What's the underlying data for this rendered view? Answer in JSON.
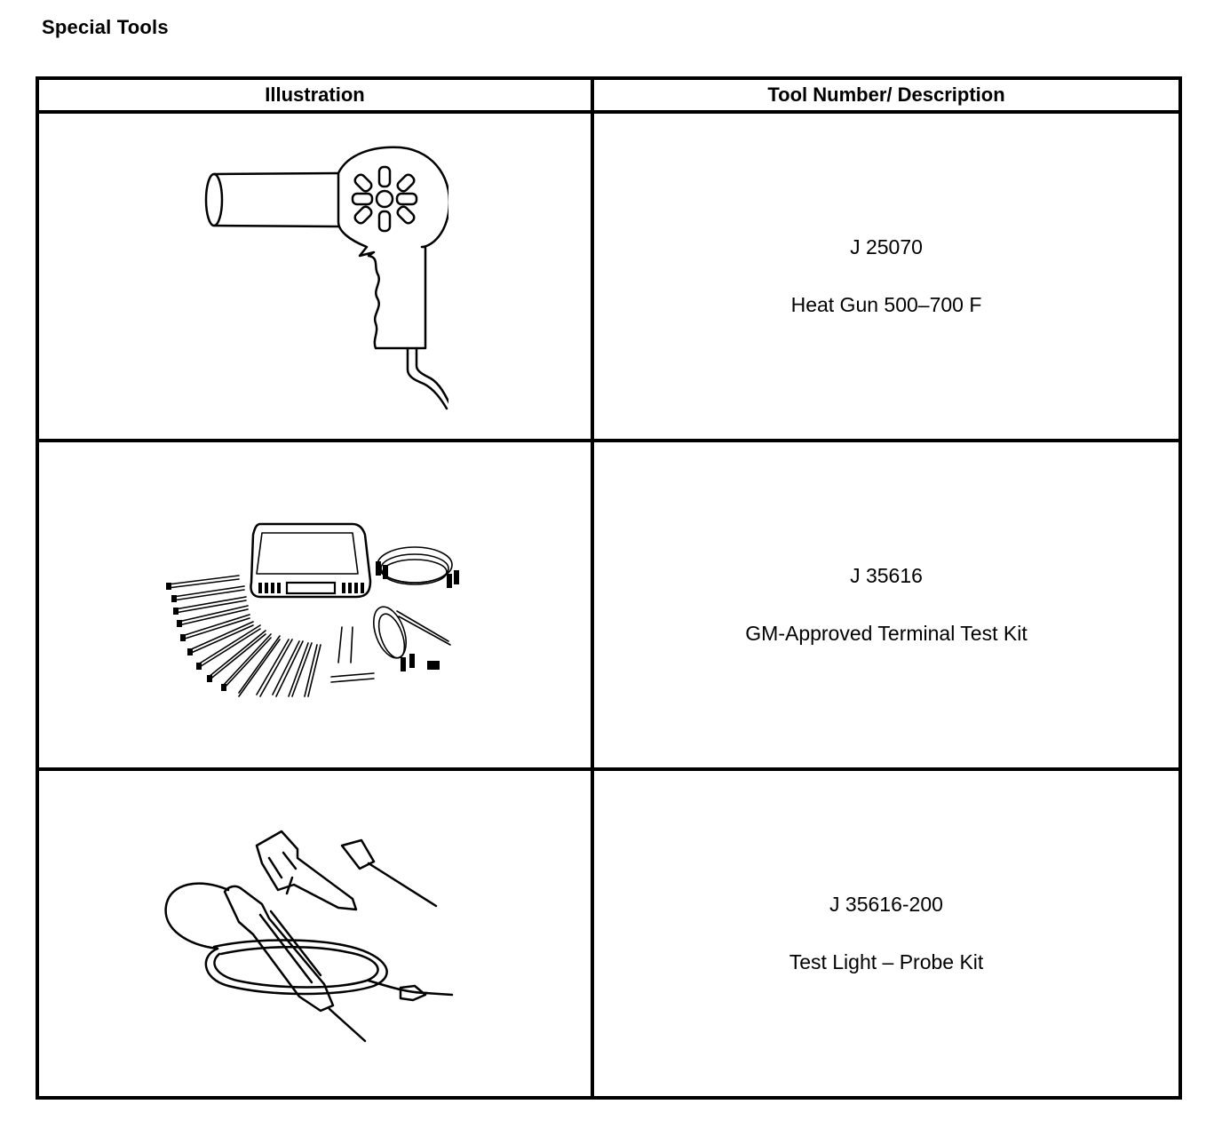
{
  "page": {
    "title": "Special Tools"
  },
  "table": {
    "headers": {
      "illustration": "Illustration",
      "description": "Tool Number/ Description"
    },
    "rows": [
      {
        "tool_number": "J 25070",
        "description": "Heat Gun 500–700 F",
        "icon": "heat-gun-icon"
      },
      {
        "tool_number": "J 35616",
        "description": "GM-Approved Terminal Test Kit",
        "icon": "terminal-test-kit-icon"
      },
      {
        "tool_number": "J 35616-200",
        "description": "Test Light – Probe Kit",
        "icon": "test-light-probe-kit-icon"
      }
    ]
  }
}
